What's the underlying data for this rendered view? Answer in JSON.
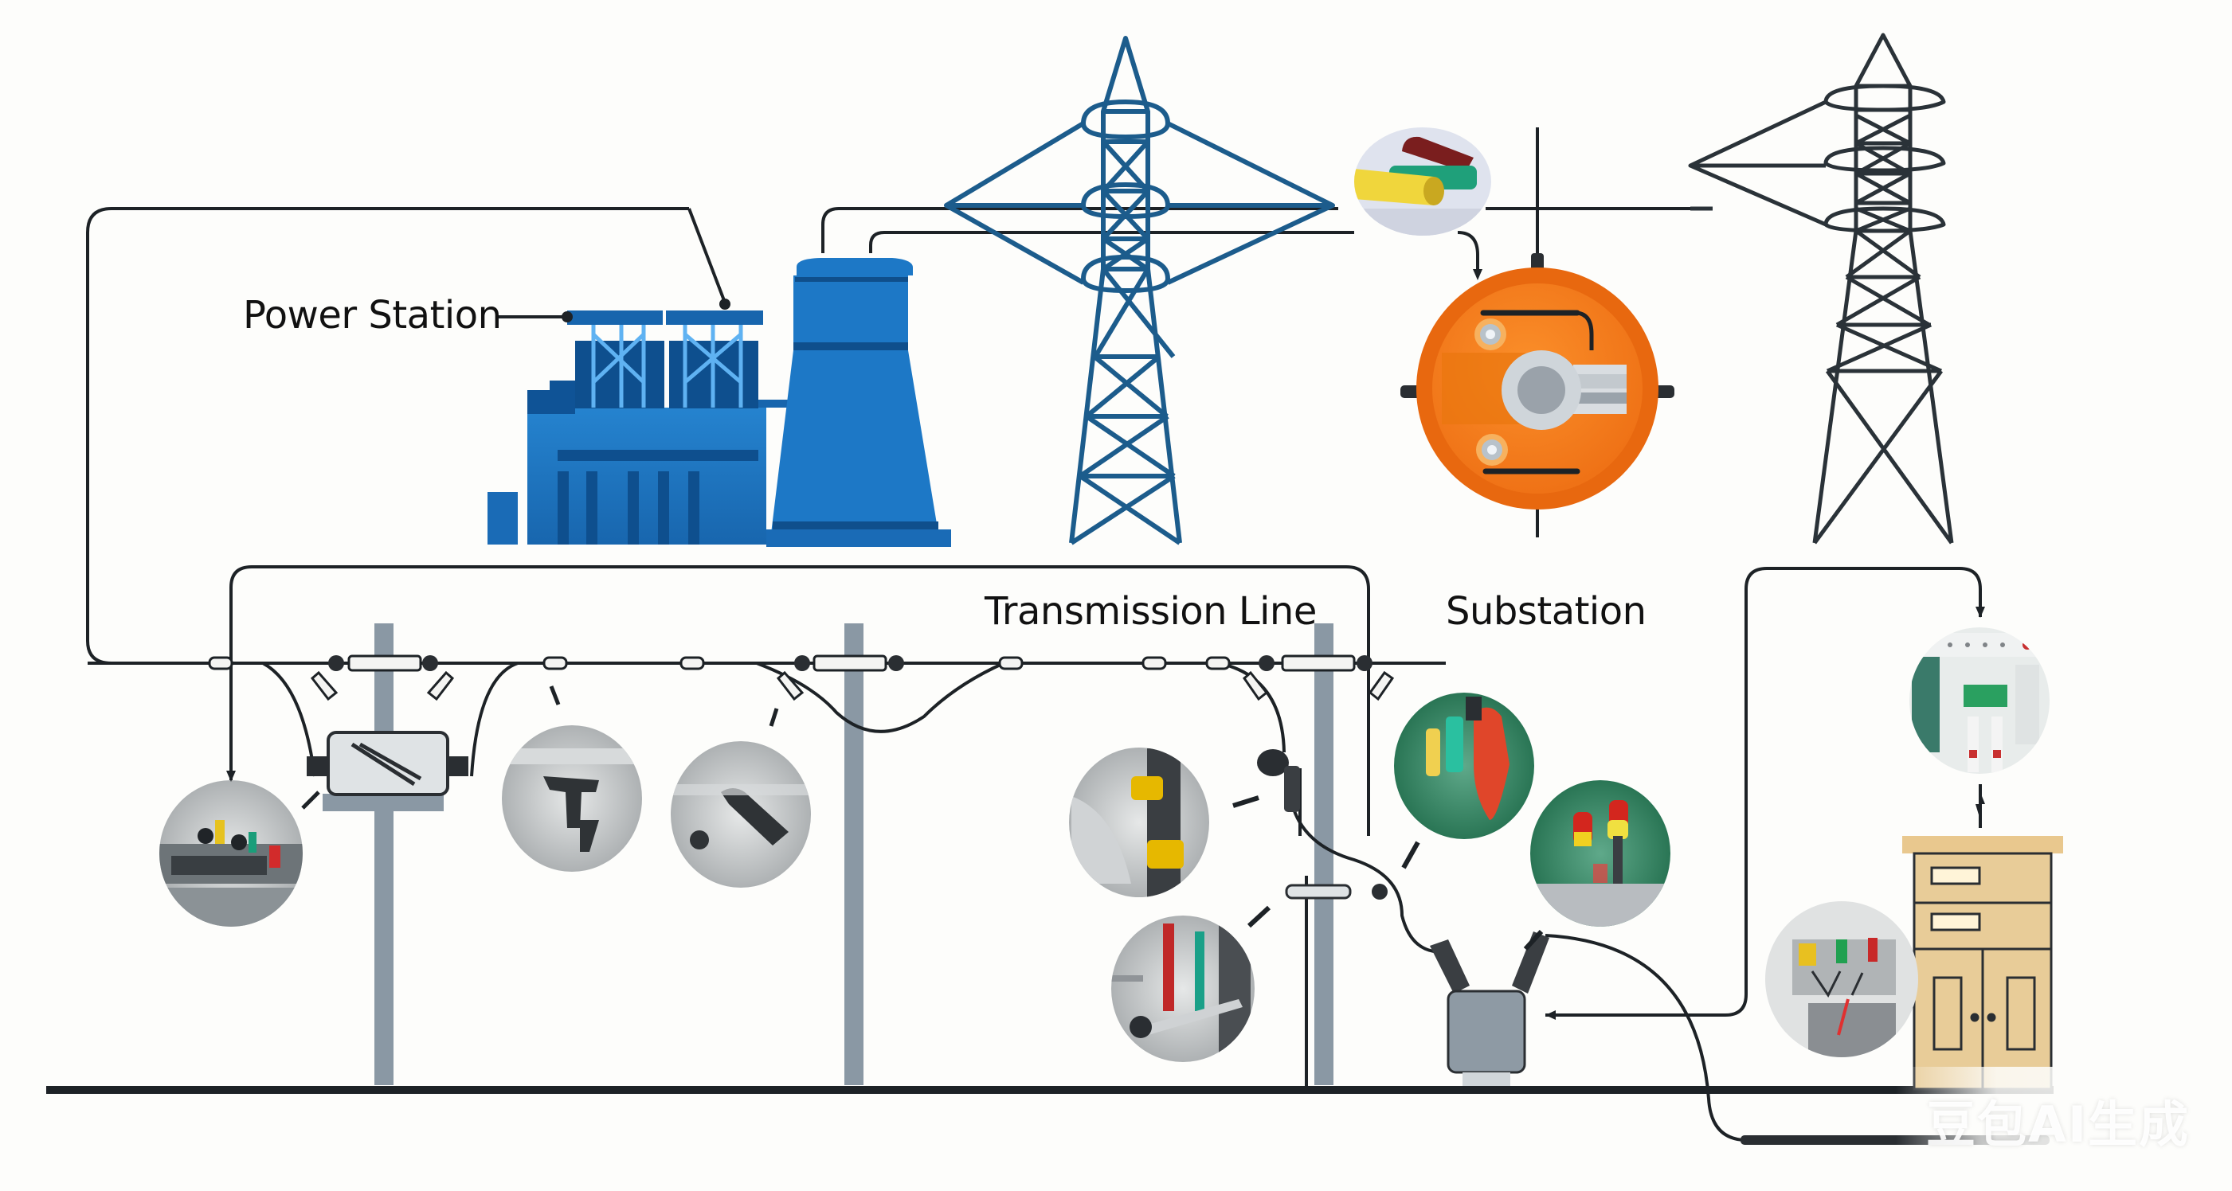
{
  "diagram": {
    "title": "Power distribution system overview",
    "labels": {
      "power_station": "Power Station",
      "transmission_line": "Transmission Line",
      "substation": "Substation"
    },
    "components": [
      {
        "id": "power-station",
        "name": "Power Station",
        "kind": "plant with cooling tower"
      },
      {
        "id": "tower-1",
        "name": "Transmission Tower",
        "kind": "lattice pylon (blue)"
      },
      {
        "id": "tower-2",
        "name": "Transmission Tower",
        "kind": "lattice pylon (dark grey)"
      },
      {
        "id": "substation",
        "name": "Substation",
        "kind": "orange circular unit"
      },
      {
        "id": "cable-detail",
        "name": "Cable",
        "kind": "yellow/green/red insulated cores"
      },
      {
        "id": "pole-transformer",
        "name": "Pole-mounted switch box",
        "kind": "grey box"
      },
      {
        "id": "ground-transformer",
        "name": "Transformer",
        "kind": "grey tank with two bushings"
      },
      {
        "id": "distribution-cabinet",
        "name": "Distribution Cabinet",
        "kind": "tan cabinet"
      }
    ],
    "detail_photos": [
      {
        "id": "photo-terminal-block",
        "colors": [
          "#e6c21f",
          "#1a9e7a",
          "#d22b2b"
        ]
      },
      {
        "id": "photo-insulator-clamp",
        "colors": [
          "#3a3a3a"
        ]
      },
      {
        "id": "photo-cable-clamp",
        "colors": [
          "#3a3a3a"
        ]
      },
      {
        "id": "photo-yellow-connector",
        "colors": [
          "#e6b800"
        ]
      },
      {
        "id": "photo-green-red-handles",
        "colors": [
          "#1f8a5a",
          "#e0462a"
        ]
      },
      {
        "id": "photo-fuse-holders",
        "colors": [
          "#d3261e",
          "#f0d020"
        ]
      },
      {
        "id": "photo-switch-lever",
        "colors": [
          "#c02828",
          "#1aa088"
        ]
      },
      {
        "id": "photo-control-panel",
        "colors": [
          "#2aa060"
        ]
      },
      {
        "id": "photo-meter-box",
        "colors": [
          "#e8c020",
          "#20a050",
          "#c82828"
        ]
      }
    ],
    "colors": {
      "plant_blue": "#1e73be",
      "plant_dark": "#0f4f8c",
      "tower_blue": "#1c5c8c",
      "tower_grey": "#2a3238",
      "substation_orange": "#f07a1a",
      "pole_grey": "#8a98a4",
      "cabinet_tan": "#e8cc98",
      "wire": "#1d2226"
    },
    "watermark": "豆包AI生成"
  }
}
